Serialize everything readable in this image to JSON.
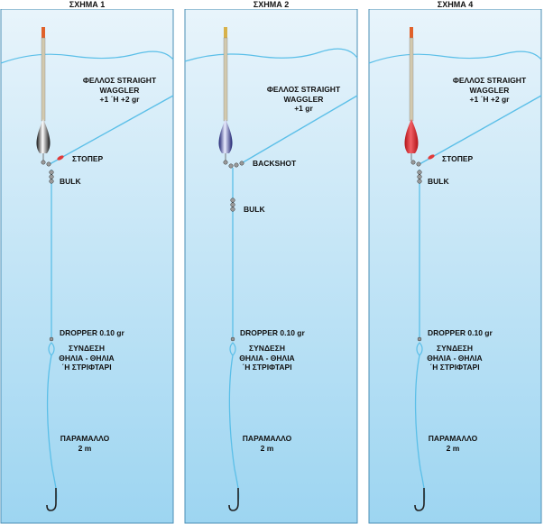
{
  "colors": {
    "water_top": "#e6f3fb",
    "water_bottom": "#9fd6f2",
    "line": "#5bbfe8",
    "frame": "#4b8fb6"
  },
  "panels": [
    {
      "title": "ΣΧΗΜΑ 1",
      "float_label": [
        "ΦΕΛΛΟΣ STRAIGHT",
        "WAGGLER",
        "+1 ΄Η +2 gr"
      ],
      "float_color": "#222222",
      "stopper_label": "ΣΤΟΠΕΡ",
      "bulk_label": "BULK",
      "dropper_label": "DROPPER 0.10 gr",
      "connection_label": [
        "ΣΥΝΔΕΣΗ",
        "ΘΗΛΙΑ - ΘΗΛΙΑ",
        "΄Η ΣΤΡΙΦΤΑΡΙ"
      ],
      "hooklength_label": [
        "ΠΑΡΑΜΑΛΛΟ",
        "2 m"
      ]
    },
    {
      "title": "ΣΧΗΜΑ 2",
      "float_label": [
        "ΦΕΛΛΟΣ STRAIGHT",
        "WAGGLER",
        "+1 gr"
      ],
      "float_color": "#2a2f8a",
      "backshot_label": "BACKSHOT",
      "bulk_label": "BULK",
      "dropper_label": "DROPPER 0.10 gr",
      "connection_label": [
        "ΣΥΝΔΕΣΗ",
        "ΘΗΛΙΑ - ΘΗΛΙΑ",
        "΄Η ΣΤΡΙΦΤΑΡΙ"
      ],
      "hooklength_label": [
        "ΠΑΡΑΜΑΛΛΟ",
        "2 m"
      ]
    },
    {
      "title": "ΣΧΗΜΑ 4",
      "float_label": [
        "ΦΕΛΛΟΣ STRAIGHT",
        "WAGGLER",
        "+1 ΄Η +2 gr"
      ],
      "float_color": "#d8262b",
      "stopper_label": "ΣΤΟΠΕΡ",
      "bulk_label": "BULK",
      "dropper_label": "DROPPER 0.10 gr",
      "connection_label": [
        "ΣΥΝΔΕΣΗ",
        "ΘΗΛΙΑ - ΘΗΛΙΑ",
        "΄Η ΣΤΡΙΦΤΑΡΙ"
      ],
      "hooklength_label": [
        "ΠΑΡΑΜΑΛΛΟ",
        "2 m"
      ]
    }
  ]
}
